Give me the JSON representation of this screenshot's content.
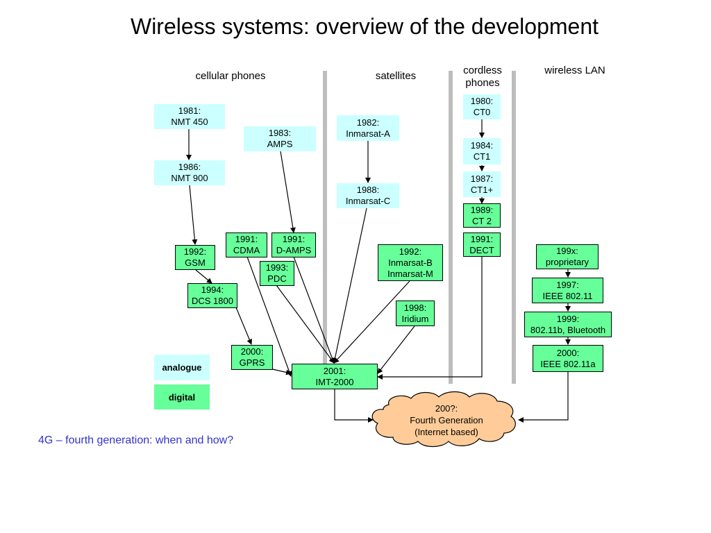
{
  "title": "Wireless systems: overview of the development",
  "columns": {
    "cellular": "cellular phones",
    "satellites": "satellites",
    "cordless": "cordless\nphones",
    "wlan": "wireless LAN"
  },
  "nodes": {
    "nmt450": "1981:\nNMT 450",
    "nmt900": "1986:\nNMT 900",
    "amps": "1983:\nAMPS",
    "gsm": "1992:\nGSM",
    "cdma": "1991:\nCDMA",
    "damps": "1991:\nD-AMPS",
    "pdc": "1993:\nPDC",
    "dcs1800": "1994:\nDCS 1800",
    "gprs": "2000:\nGPRS",
    "imt2000": "2001:\nIMT-2000",
    "inmarsat_a": "1982:\nInmarsat-A",
    "inmarsat_c": "1988:\nInmarsat-C",
    "inmarsat_bm": "1992:\nInmarsat-B\nInmarsat-M",
    "iridium": "1998:\nIridium",
    "ct0": "1980:\nCT0",
    "ct1": "1984:\nCT1",
    "ct1plus": "1987:\nCT1+",
    "ct2": "1989:\nCT 2",
    "dect": "1991:\nDECT",
    "proprietary": "199x:\nproprietary",
    "ieee80211": "1997:\nIEEE 802.11",
    "ieee80211b": "1999:\n802.11b, Bluetooth",
    "ieee80211a": "2000:\nIEEE 802.11a",
    "fourth_gen": "200?:\nFourth Generation\n(Internet based)"
  },
  "legend": {
    "analogue": "analogue",
    "digital": "digital"
  },
  "question": "4G – fourth generation: when and how?",
  "colors": {
    "analogue": "#ccffff",
    "digital": "#66ff99",
    "cloud": "#ffcc99",
    "divider": "#bdbdbd",
    "question": "#3333cc"
  }
}
